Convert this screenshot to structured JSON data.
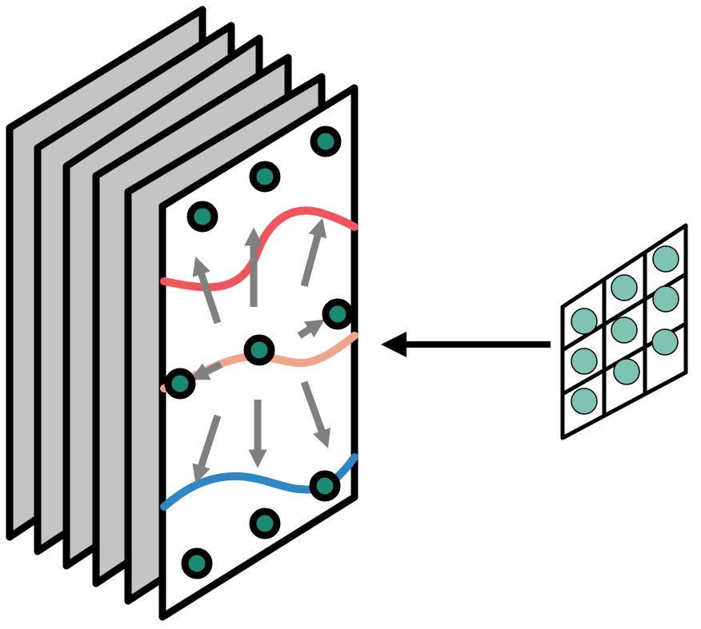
{
  "diagram": {
    "background": "#ffffff",
    "stroke_color": "#000000",
    "back_panel_fill": "#c4c4c4",
    "front_panel_fill": "#ffffff",
    "back_panel_count": 5,
    "node_fill": "#1a8a72",
    "node_ring": "#000000",
    "grid_cell_fill": "#7fc3b3",
    "curves": {
      "top": "#f2545b",
      "middle": "#f0a58a",
      "bottom": "#2f86c4"
    },
    "arrow_color": "#808080",
    "main_arrow_color": "#000000",
    "grid": {
      "rows": 3,
      "cols": 3
    }
  }
}
